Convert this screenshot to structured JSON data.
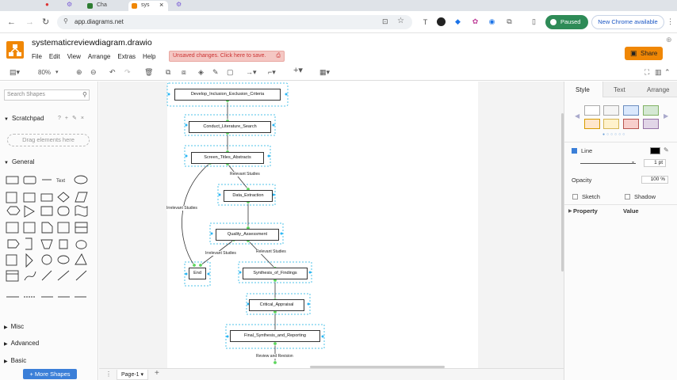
{
  "browser": {
    "tabs": [
      {
        "label": "Cha",
        "color": "#2e7d32"
      },
      {
        "label": "sys",
        "color": "#f08705"
      }
    ],
    "url": "app.diagrams.net",
    "paused_label": "Paused",
    "update_label": "New Chrome available"
  },
  "app": {
    "title": "systematicreviewdiagram.drawio",
    "menus": [
      "File",
      "Edit",
      "View",
      "Arrange",
      "Extras",
      "Help"
    ],
    "unsaved_notice": "Unsaved changes. Click here to save.",
    "share_label": "Share",
    "zoom": "80%"
  },
  "left_panel": {
    "search_placeholder": "Search Shapes",
    "scratchpad_title": "Scratchpad",
    "drag_hint": "Drag elements here",
    "general_title": "General",
    "misc_title": "Misc",
    "advanced_title": "Advanced",
    "basic_title": "Basic",
    "more_shapes_label": "+ More Shapes"
  },
  "diagram": {
    "nodes": {
      "n1": "Develop_Inclusion_Exclusion_Criteria",
      "n2": "Conduct_Literature_Search",
      "n3": "Screen_Titles_Abstracts",
      "n4": "Data_Extraction",
      "n5": "Quality_Assessment",
      "n6": "End",
      "n7": "Synthesis_of_Findings",
      "n8": "Critical_Appraisal",
      "n9": "Final_Synthesis_and_Reporting"
    },
    "edge_labels": {
      "e1": "Relevant Studies",
      "e2": "Irrelevant Studies",
      "e3": "Irrelevant Studies",
      "e4": "Relevant Studies",
      "e5": "Review and Revision"
    }
  },
  "page_tab": "Page-1",
  "right_panel": {
    "tabs": [
      "Style",
      "Text",
      "Arrange"
    ],
    "swatch_colors": [
      "#ffffff",
      "#f5f5f5",
      "#dae8fc",
      "#d5e8d4",
      "#ffe6cc",
      "#fff2cc",
      "#f8cecc",
      "#e1d5e7"
    ],
    "line_label": "Line",
    "line_width": "1 pt",
    "opacity_label": "Opacity",
    "opacity_value": "100 %",
    "sketch_label": "Sketch",
    "shadow_label": "Shadow",
    "property_label": "Property",
    "value_label": "Value"
  }
}
